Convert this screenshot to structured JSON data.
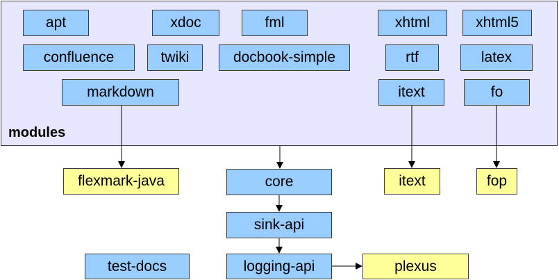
{
  "modules": {
    "label": "modules",
    "items": {
      "apt": "apt",
      "xdoc": "xdoc",
      "fml": "fml",
      "xhtml": "xhtml",
      "xhtml5": "xhtml5",
      "confluence": "confluence",
      "twiki": "twiki",
      "docbook_simple": "docbook-simple",
      "rtf": "rtf",
      "latex": "latex",
      "markdown": "markdown",
      "itext": "itext",
      "fo": "fo"
    }
  },
  "components": {
    "core": "core",
    "sink_api": "sink-api",
    "logging_api": "logging-api",
    "test_docs": "test-docs"
  },
  "external": {
    "flexmark_java": "flexmark-java",
    "itext": "itext",
    "fop": "fop",
    "plexus": "plexus"
  },
  "colors": {
    "module_bg": "#e6e6ff",
    "internal_box": "#99ccff",
    "external_box": "#ffff99",
    "stroke": "#3c3c3c"
  }
}
